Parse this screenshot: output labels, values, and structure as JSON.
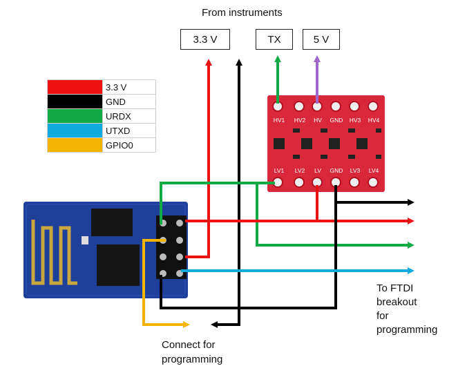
{
  "title": "From instruments",
  "source_boxes": [
    {
      "id": "v33",
      "label": "3.3 V"
    },
    {
      "id": "tx",
      "label": "TX"
    },
    {
      "id": "v5",
      "label": "5 V"
    }
  ],
  "legend": [
    {
      "label": "3.3 V",
      "color": "#ee1111"
    },
    {
      "label": "GND",
      "color": "#000000"
    },
    {
      "label": "URDX",
      "color": "#11aa44"
    },
    {
      "label": "UTXD",
      "color": "#11aadd"
    },
    {
      "label": "GPIO0",
      "color": "#f5b400"
    }
  ],
  "converter": {
    "top_pins": [
      "HV1",
      "HV2",
      "HV",
      "GND",
      "HV3",
      "HV4"
    ],
    "bottom_pins": [
      "LV1",
      "LV2",
      "LV",
      "GND",
      "LV3",
      "LV4"
    ]
  },
  "labels": {
    "ftdi": [
      "To FTDI",
      "breakout",
      "for",
      "programming"
    ],
    "connect": [
      "Connect for",
      "programming"
    ]
  },
  "colors": {
    "red": "#ee1111",
    "black": "#000000",
    "green": "#11aa44",
    "blue": "#11aadd",
    "orange": "#f5b400",
    "purple": "#a066cc",
    "board_red": "#d8283a",
    "esp_blue": "#1e3f9a"
  }
}
